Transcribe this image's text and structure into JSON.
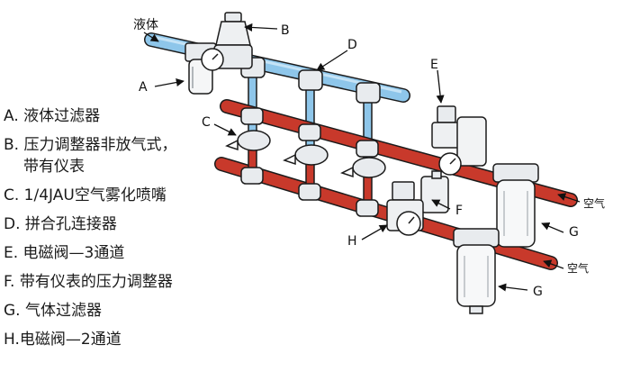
{
  "diagram": {
    "callouts": {
      "liquid": "液体",
      "A": "A",
      "B": "B",
      "C": "C",
      "D": "D",
      "E": "E",
      "F": "F",
      "G1": "G",
      "G2": "G",
      "H": "H",
      "air1": "空气",
      "air2": "空气"
    },
    "colors": {
      "liquid_pipe": "#8ec6ea",
      "air_pipe": "#c8392b",
      "metal": "#e8ebee",
      "outline": "#1b1b1b"
    },
    "legend": [
      "A. 液体过滤器",
      "B. 压力调整器非放气式，",
      "带有仪表",
      "C. 1/4JAU空气雾化喷嘴",
      "D. 拼合孔连接器",
      "E. 电磁阀—3通道",
      "F. 带有仪表的压力调整器",
      "G. 气体过滤器",
      "H.电磁阀—2通道"
    ]
  }
}
